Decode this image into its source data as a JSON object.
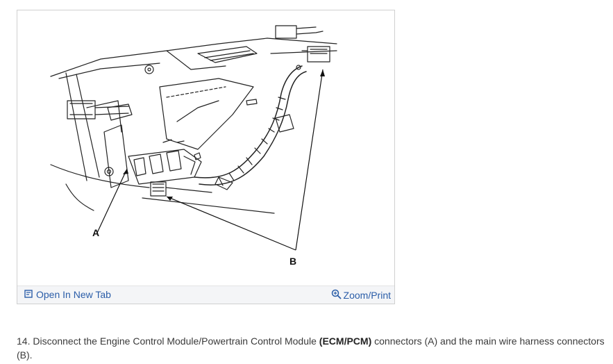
{
  "figure": {
    "callout_a": "A",
    "callout_b": "B",
    "open_new_tab_label": "Open In New Tab",
    "zoom_print_label": "Zoom/Print"
  },
  "instruction": {
    "prefix": "14. Disconnect the Engine Control Module/Powertrain Control Module ",
    "bold": "(ECM/PCM)",
    "suffix": " connectors (A) and the main wire harness connectors (B)."
  },
  "colors": {
    "link": "#2a5da8",
    "bar": "#f4f5f7",
    "border": "#cfcfcf"
  },
  "icons": [
    "open-new-tab-icon",
    "zoom-icon"
  ]
}
